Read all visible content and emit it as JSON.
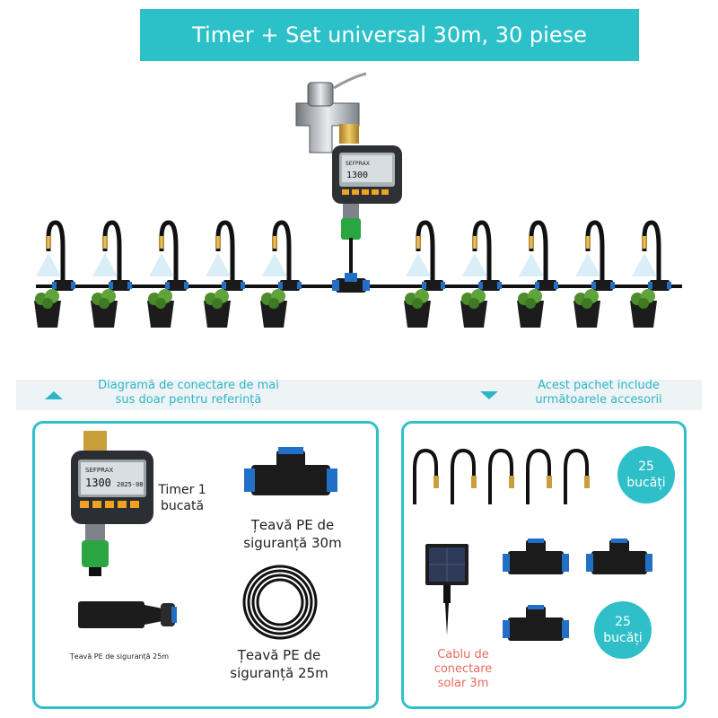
{
  "banner": {
    "title": "Timer + Set universal 30m, 30 piese"
  },
  "info_strip": {
    "left_text": "Diagramă de conectare de mai sus doar pentru referință",
    "right_text": "Acest pachet include următoarele accesorii"
  },
  "timer_display": {
    "brand": "SEFPRAX",
    "time": "1300",
    "date": "2025-08"
  },
  "left_panel": {
    "timer_label": "Timer 1 bucată",
    "tee_label": "Țeavă PE de siguranță 30m",
    "connector_label": "Țeavă PE de siguranță 25m",
    "hose_label": "Țeavă PE de siguranță 25m"
  },
  "right_panel": {
    "nozzles_count": "25 bucăți",
    "tees_count": "25 bucăți",
    "solar_label": "Cablu de conectare solar 3m"
  },
  "colors": {
    "accent": "#2fc0c9",
    "banner": "#2cc1c8",
    "red_label": "#e86a5e"
  }
}
